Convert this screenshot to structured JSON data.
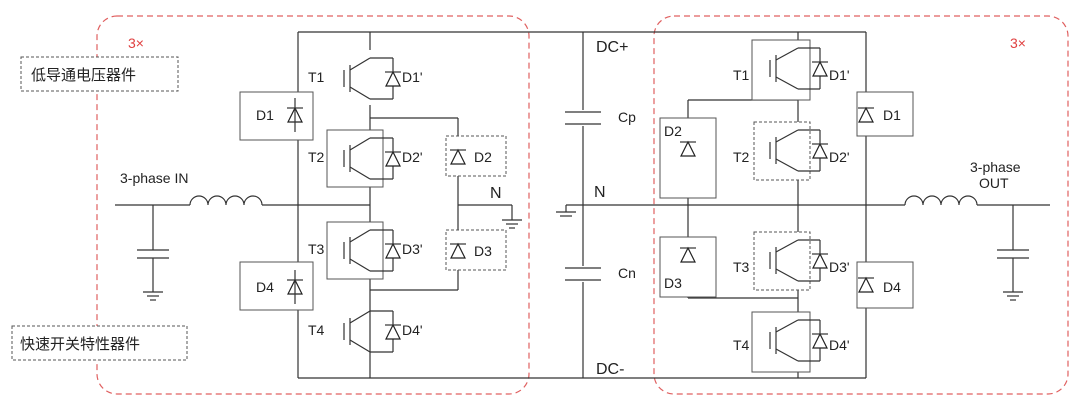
{
  "colors": {
    "wire": "#333333",
    "dashed_group": "#e06060",
    "accent_red": "#e04040"
  },
  "left": {
    "multiplier": "3×",
    "low_vce_label": "低导通电压器件",
    "fast_switch_label": "快速开关特性器件",
    "input_label": "3-phase IN",
    "switches": [
      "T1",
      "T2",
      "T3",
      "T4"
    ],
    "antiparallel_diodes": [
      "D1'",
      "D2'",
      "D3'",
      "D4'"
    ],
    "clamp_diodes": [
      "D1",
      "D4"
    ],
    "npc_diodes": [
      "D2",
      "D3"
    ],
    "neutral_label": "N"
  },
  "dclink": {
    "top": "DC+",
    "bottom": "DC-",
    "cap_top": "Cp",
    "cap_bottom": "Cn",
    "mid": "N"
  },
  "right": {
    "multiplier": "3×",
    "output_label_1": "3-phase",
    "output_label_2": "OUT",
    "switches": [
      "T1",
      "T2",
      "T3",
      "T4"
    ],
    "antiparallel_diodes": [
      "D1'",
      "D2'",
      "D3'",
      "D4'"
    ],
    "outer_diodes": [
      "D1",
      "D4"
    ],
    "inner_diodes": [
      "D2",
      "D3"
    ]
  }
}
